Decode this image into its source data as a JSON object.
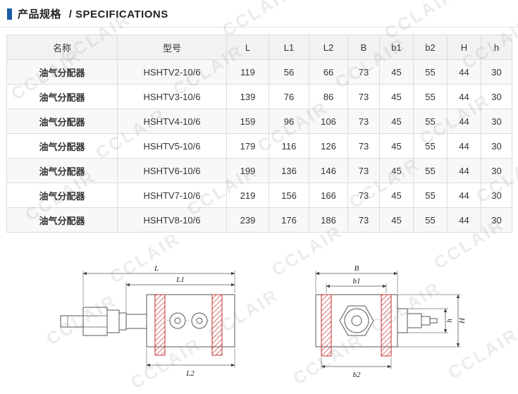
{
  "header": {
    "accent_color": "#1a5aa6",
    "title_zh": "产品规格",
    "title_en": "/ SPECIFICATIONS"
  },
  "watermark": {
    "text": "CCLAIR"
  },
  "table": {
    "columns": [
      "名称",
      "型号",
      "L",
      "L1",
      "L2",
      "B",
      "b1",
      "b2",
      "H",
      "h"
    ],
    "rows": [
      [
        "油气分配器",
        "HSHTV2-10/6",
        "119",
        "56",
        "66",
        "73",
        "45",
        "55",
        "44",
        "30"
      ],
      [
        "油气分配器",
        "HSHTV3-10/6",
        "139",
        "76",
        "86",
        "73",
        "45",
        "55",
        "44",
        "30"
      ],
      [
        "油气分配器",
        "HSHTV4-10/6",
        "159",
        "96",
        "106",
        "73",
        "45",
        "55",
        "44",
        "30"
      ],
      [
        "油气分配器",
        "HSHTV5-10/6",
        "179",
        "116",
        "126",
        "73",
        "45",
        "55",
        "44",
        "30"
      ],
      [
        "油气分配器",
        "HSHTV6-10/6",
        "199",
        "136",
        "146",
        "73",
        "45",
        "55",
        "44",
        "30"
      ],
      [
        "油气分配器",
        "HSHTV7-10/6",
        "219",
        "156",
        "166",
        "73",
        "45",
        "55",
        "44",
        "30"
      ],
      [
        "油气分配器",
        "HSHTV8-10/6",
        "239",
        "176",
        "186",
        "73",
        "45",
        "55",
        "44",
        "30"
      ]
    ]
  },
  "diagrams": {
    "side_view": {
      "dim_L": "L",
      "dim_L1": "L1",
      "dim_L2": "L2"
    },
    "front_view": {
      "dim_B": "B",
      "dim_b1": "b1",
      "dim_b2": "b2",
      "dim_H": "H",
      "dim_h": "h"
    }
  }
}
